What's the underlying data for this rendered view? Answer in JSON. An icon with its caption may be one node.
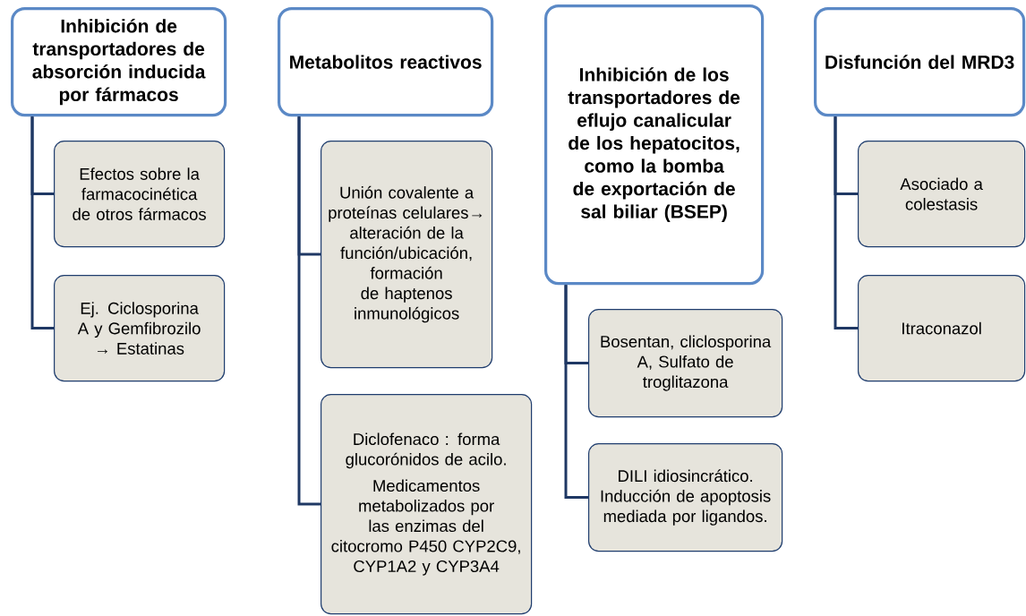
{
  "diagram": {
    "nodes": [
      {
        "text": [
          "Inhibición de transportadores de absorción inducida por fármacos"
        ]
      },
      {
        "text": [
          "Efectos sobre la farmacocinética de otros fármacos"
        ]
      },
      {
        "text": [
          "Ej. Ciclosporina A y Gemfibrozilo → Estatinas"
        ]
      },
      {
        "text": [
          "Metabolitos reactivos"
        ]
      },
      {
        "text": [
          "Unión covalente a proteínas celulares→ alteración de la función/ubicación, formación de haptenos inmunológicos"
        ]
      },
      {
        "text": [
          "Diclofenaco : forma glucorónidos de acilo.",
          "Medicamentos metabolizados por las enzimas del citocromo P450 CYP2C9, CYP1A2 y CYP3A4"
        ]
      },
      {
        "text": [
          "Inhibición de los transportadores de eflujo canalicular de los hepatocitos, como la bomba de exportación de sal biliar (BSEP)"
        ]
      },
      {
        "text": [
          "Bosentan, cliclosporina A, Sulfato de troglitazona"
        ]
      },
      {
        "text": [
          "DILI idiosincrático. Inducción de apoptosis mediada por ligandos."
        ]
      },
      {
        "text": [
          "Disfunción del MRD3"
        ]
      },
      {
        "text": [
          "Asociado a colestasis"
        ]
      },
      {
        "text": [
          "Itraconazol"
        ]
      }
    ],
    "edges": [
      {
        "from": 0,
        "to": 1,
        "arrow": "none"
      },
      {
        "from": 0,
        "to": 2,
        "arrow": "none"
      },
      {
        "from": 3,
        "to": 4,
        "arrow": "none"
      },
      {
        "from": 3,
        "to": 5,
        "arrow": "none"
      },
      {
        "from": 6,
        "to": 7,
        "arrow": "none"
      },
      {
        "from": 6,
        "to": 8,
        "arrow": "none"
      },
      {
        "from": 9,
        "to": 10,
        "arrow": "none"
      },
      {
        "from": 9,
        "to": 11,
        "arrow": "none"
      }
    ]
  }
}
